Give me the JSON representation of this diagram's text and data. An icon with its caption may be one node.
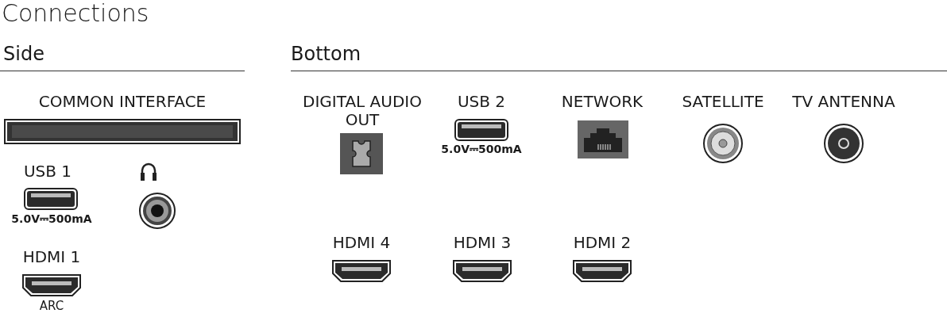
{
  "diagram": {
    "title": "Connections",
    "labels": [
      "Side",
      "Bottom",
      "COMMON INTERFACE",
      "USB 1",
      "5.0V⎓500mA",
      "HDMI 1",
      "ARC",
      "DIGITAL AUDIO OUT",
      "USB 2",
      "5.0V⎓500mA",
      "NETWORK",
      "SATELLITE",
      "TV ANTENNA",
      "HDMI 4",
      "HDMI 3",
      "HDMI 2"
    ]
  }
}
